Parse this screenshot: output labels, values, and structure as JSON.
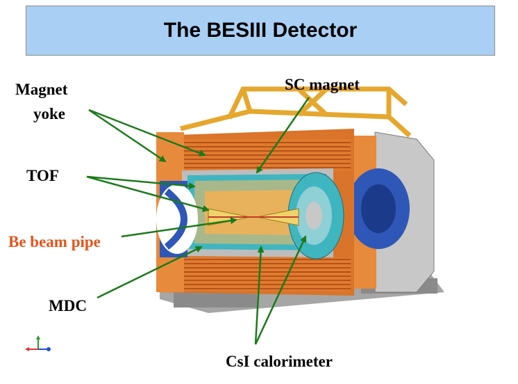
{
  "title": "The BESIII Detector",
  "labels": {
    "magnet_yoke_1": "Magnet",
    "magnet_yoke_2": "yoke",
    "sc_magnet": "SC magnet",
    "tof": "TOF",
    "be_beam_pipe": "Be beam pipe",
    "mdc": "MDC",
    "csi_calorimeter": "CsI calorimeter"
  },
  "colors": {
    "title_bg": "#a9cff5",
    "arrow": "#1a7a1a",
    "be_beam_pipe_label": "#e5541b",
    "yoke_orange": "#e88a3c",
    "frame_gold": "#e5a72e",
    "tof_teal": "#3fb5c0",
    "mdc_green": "#a9b88a",
    "coil_blue": "#2f57b8"
  }
}
